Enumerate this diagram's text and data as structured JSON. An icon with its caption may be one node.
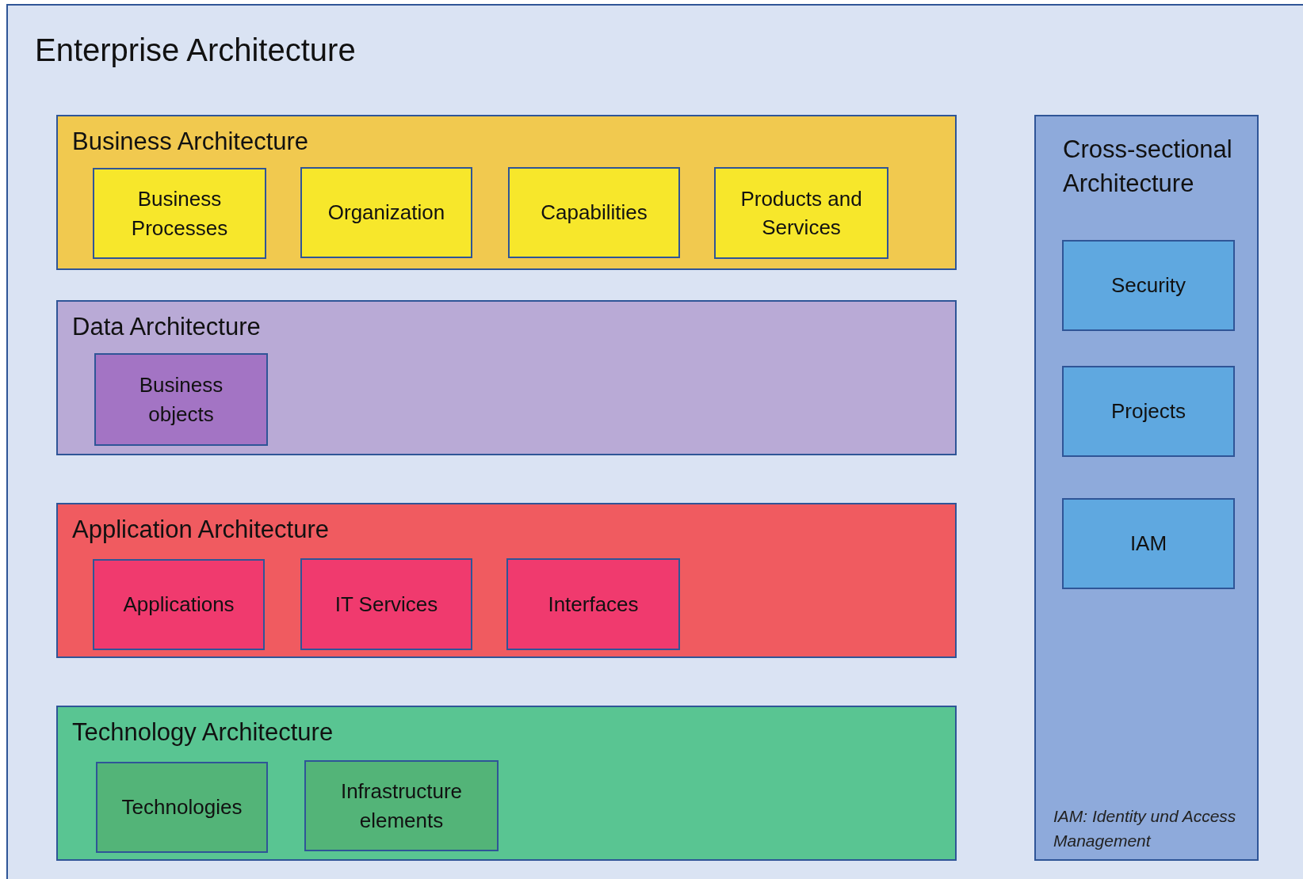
{
  "diagram": {
    "nodes": [
      {
        "text": [
          "Enterprise Architecture"
        ]
      },
      {
        "text": [
          "Business Architecture"
        ],
        "in": 0
      },
      {
        "text": [
          "Business Processes"
        ],
        "in": 1
      },
      {
        "text": [
          "Organization"
        ],
        "in": 1
      },
      {
        "text": [
          "Capabilities"
        ],
        "in": 1
      },
      {
        "text": [
          "Products and Services"
        ],
        "in": 1
      },
      {
        "text": [
          "Data Architecture"
        ],
        "in": 0
      },
      {
        "text": [
          "Business objects"
        ],
        "in": 6
      },
      {
        "text": [
          "Application Architecture"
        ],
        "in": 0
      },
      {
        "text": [
          "Applications"
        ],
        "in": 8
      },
      {
        "text": [
          "IT Services"
        ],
        "in": 8
      },
      {
        "text": [
          "Interfaces"
        ],
        "in": 8
      },
      {
        "text": [
          "Technology Architecture"
        ],
        "in": 0
      },
      {
        "text": [
          "Technologies"
        ],
        "in": 12
      },
      {
        "text": [
          "Infrastructure elements"
        ],
        "in": 12
      },
      {
        "text": [
          "Cross-sectional Architecture"
        ],
        "in": 0
      },
      {
        "text": [
          "Security"
        ],
        "in": 15
      },
      {
        "text": [
          "Projects"
        ],
        "in": 15
      },
      {
        "text": [
          "IAM"
        ],
        "in": 15
      }
    ],
    "labels": [
      "IAM: Identity und Access Management"
    ]
  }
}
